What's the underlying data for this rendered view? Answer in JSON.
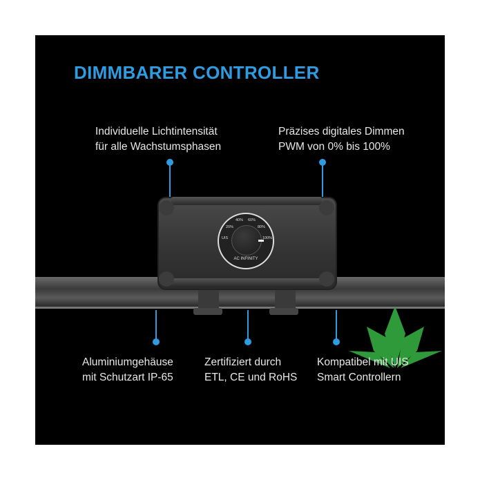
{
  "title": "DIMMBARER CONTROLLER",
  "features": {
    "top_left": [
      "Individuelle Lichtintensität",
      "für alle Wachstumsphasen"
    ],
    "top_right": [
      "Präzises digitales Dimmen",
      "PWM von 0% bis 100%"
    ],
    "bottom_left": [
      "Aluminiumgehäuse",
      "mit Schutzart IP-65"
    ],
    "bottom_mid": [
      "Zertifiziert durch",
      "ETL, CE und RoHS"
    ],
    "bottom_right": [
      "Kompatibel mit UIS",
      "Smart Controllern"
    ]
  },
  "dial": {
    "labels": [
      "UIS",
      "20%",
      "40%",
      "60%",
      "80%",
      "100%"
    ],
    "brand": "AC INFINITY"
  },
  "colors": {
    "accent": "#2f9be0",
    "watermark": "#2e9a3a"
  }
}
